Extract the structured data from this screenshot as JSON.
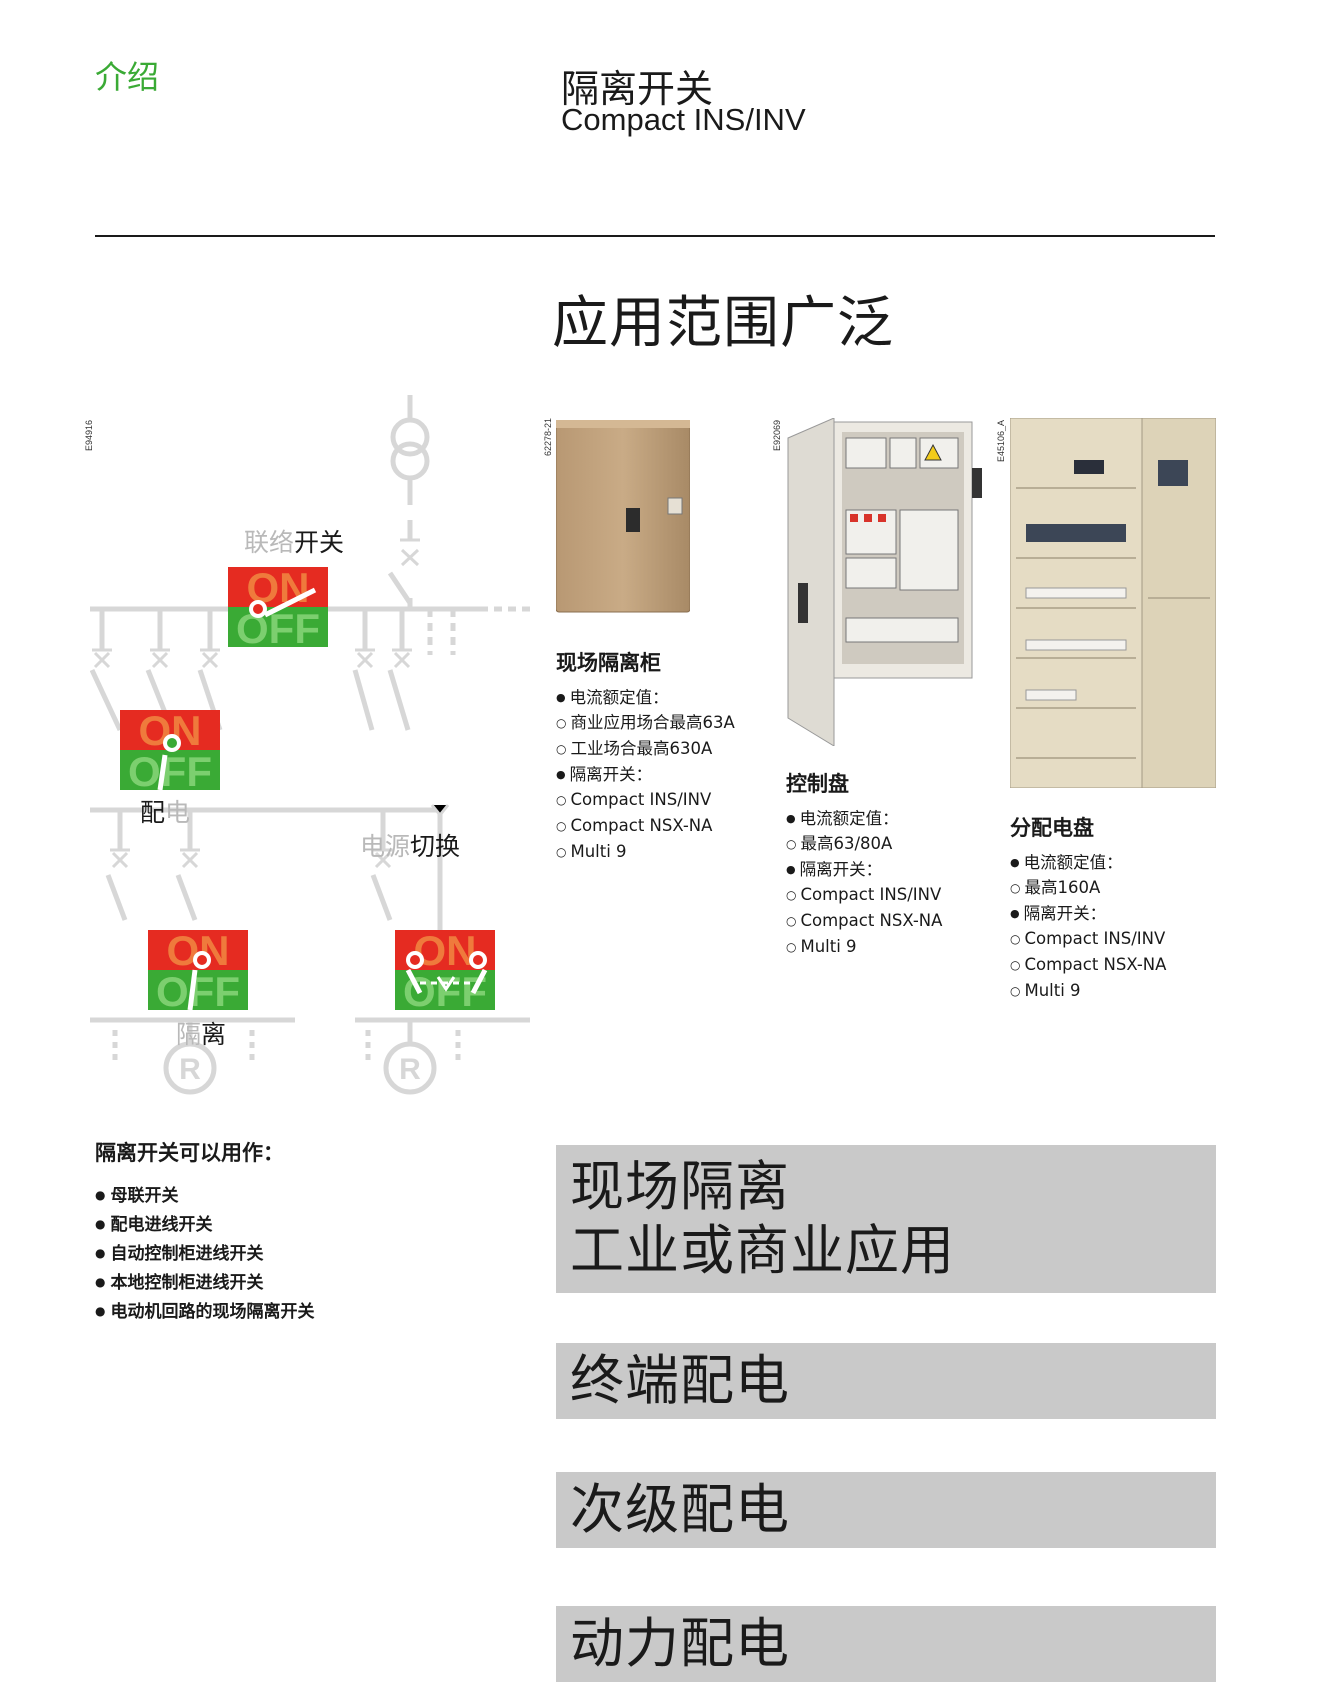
{
  "header": {
    "section": "介绍",
    "title_cn": "隔离开关",
    "title_en": "Compact INS/INV"
  },
  "headline": "应用范围广泛",
  "diagram": {
    "ref": "E94916",
    "labels": {
      "tie_light": "联络",
      "tie_dark": "开关",
      "dist_dark": "配",
      "dist_light": "电",
      "source_light": "电源",
      "source_dark": "切换",
      "iso_light": "隔",
      "iso_dark": "离"
    },
    "on_text": "ON",
    "off_text": "OFF",
    "r_text": "R",
    "colors": {
      "on": "#e52b21",
      "off": "#3aaa35",
      "line": "#d7d7d7"
    }
  },
  "uses": {
    "title": "隔离开关可以用作：",
    "items": [
      "母联开关",
      "配电进线开关",
      "自动控制柜进线开关",
      "本地控制柜进线开关",
      "电动机回路的现场隔离开关"
    ]
  },
  "products": [
    {
      "ref": "62278-21",
      "title": "现场隔离柜",
      "items": [
        {
          "t": "b",
          "text": "电流额定值："
        },
        {
          "t": "o",
          "text": "商业应用场合最高63A"
        },
        {
          "t": "o",
          "text": "工业场合最高630A"
        },
        {
          "t": "b",
          "text": "隔离开关："
        },
        {
          "t": "o",
          "text": "Compact INS/INV"
        },
        {
          "t": "o",
          "text": "Compact NSX-NA"
        },
        {
          "t": "o",
          "text": "Multi 9"
        }
      ]
    },
    {
      "ref": "E92069",
      "title": "控制盘",
      "items": [
        {
          "t": "b",
          "text": "电流额定值："
        },
        {
          "t": "o",
          "text": "最高63/80A"
        },
        {
          "t": "b",
          "text": "隔离开关："
        },
        {
          "t": "o",
          "text": "Compact INS/INV"
        },
        {
          "t": "o",
          "text": "Compact NSX-NA"
        },
        {
          "t": "o",
          "text": "Multi 9"
        }
      ]
    },
    {
      "ref": "E45106_A",
      "title": "分配电盘",
      "items": [
        {
          "t": "b",
          "text": "电流额定值："
        },
        {
          "t": "o",
          "text": "最高160A"
        },
        {
          "t": "b",
          "text": "隔离开关："
        },
        {
          "t": "o",
          "text": "Compact INS/INV"
        },
        {
          "t": "o",
          "text": "Compact NSX-NA"
        },
        {
          "t": "o",
          "text": "Multi 9"
        }
      ]
    }
  ],
  "bands": [
    {
      "line1": "现场隔离",
      "line2": "工业或商业应用"
    },
    {
      "line1": "终端配电"
    },
    {
      "line1": "次级配电"
    },
    {
      "line1": "动力配电"
    }
  ]
}
